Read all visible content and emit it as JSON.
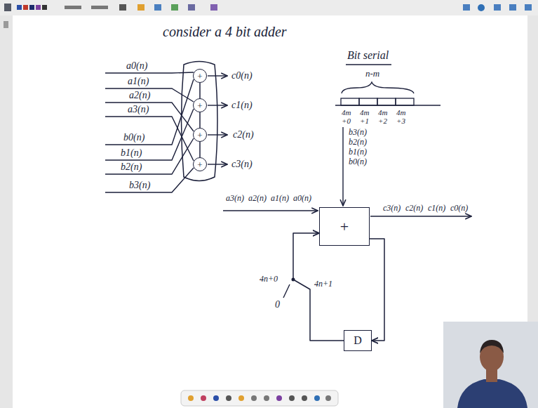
{
  "diagram": {
    "title": "consider a 4 bit adder",
    "nodes": [
      {
        "text": [
          "+"
        ]
      },
      {
        "text": [
          "+"
        ]
      },
      {
        "text": [
          "+"
        ]
      },
      {
        "text": [
          "+"
        ]
      },
      {
        "text": [
          "+"
        ]
      },
      {
        "text": [
          "D"
        ]
      }
    ],
    "edges": [
      {
        "from": 0,
        "to": 1,
        "arrow": "none"
      },
      {
        "from": 1,
        "to": 2,
        "arrow": "none"
      },
      {
        "from": 2,
        "to": 3,
        "arrow": "none"
      },
      {
        "from": 4,
        "to": 5,
        "arrow": "to"
      },
      {
        "from": 5,
        "to": 4,
        "arrow": "to"
      }
    ],
    "labels": [
      "Bit serial",
      "n-m",
      "4m +0",
      "4m +1",
      "4m +2",
      "4m +3",
      "a0(n)",
      "a1(n)",
      "a2(n)",
      "a3(n)",
      "b0(n)",
      "b1(n)",
      "b2(n)",
      "b3(n)",
      "c0(n)",
      "c1(n)",
      "c2(n)",
      "c3(n)",
      "b3(n)",
      "b2(n)",
      "b1(n)",
      "b0(n)",
      "a3(n)",
      "a2(n)",
      "a1(n)",
      "a0(n)",
      "c3(n)",
      "c2(n)",
      "c1(n)",
      "c0(n)",
      "4n+0",
      "4n+1",
      "0"
    ]
  }
}
